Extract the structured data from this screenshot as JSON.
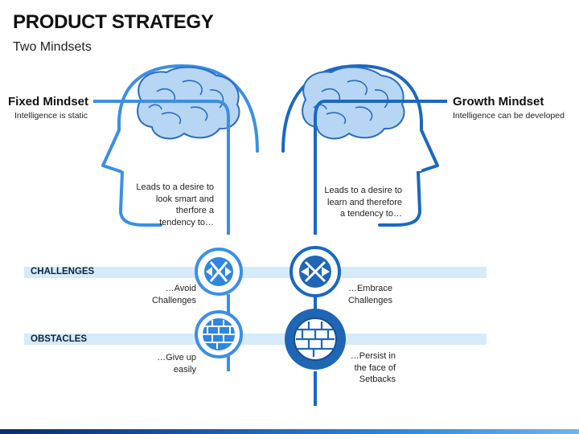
{
  "header": {
    "title": "PRODUCT STRATEGY",
    "subtitle": "Two Mindsets"
  },
  "colors": {
    "fixed_line": "#3b8fe6",
    "growth_line": "#1a68c2",
    "brain_fill": "#b7d6f3",
    "brain_stroke": "#2a6cc0",
    "band": "#d6ebfa",
    "dark_circle": "#1f66b5"
  },
  "fixed": {
    "heading": "Fixed Mindset",
    "caption": "Intelligence is static",
    "desire_text": [
      "Leads to a desire to",
      "look smart and",
      "therfore a",
      "tendency to…"
    ],
    "challenges_text": [
      "…Avoid",
      "Challenges"
    ],
    "obstacles_text": [
      "…Give up",
      "easily"
    ]
  },
  "growth": {
    "heading": "Growth Mindset",
    "caption": "Intelligence can be developed",
    "desire_text": [
      "Leads to a desire to",
      "learn and therefore",
      "a tendency to…"
    ],
    "challenges_text": [
      "…Embrace",
      "Challenges"
    ],
    "obstacles_text": [
      "…Persist in",
      "the face of",
      "Setbacks"
    ]
  },
  "rows": {
    "challenges": "CHALLENGES",
    "obstacles": "OBSTACLES"
  },
  "icons": {
    "brain": "brain-icon",
    "arrows": "arrows-converge-icon",
    "wall": "brick-wall-icon"
  }
}
